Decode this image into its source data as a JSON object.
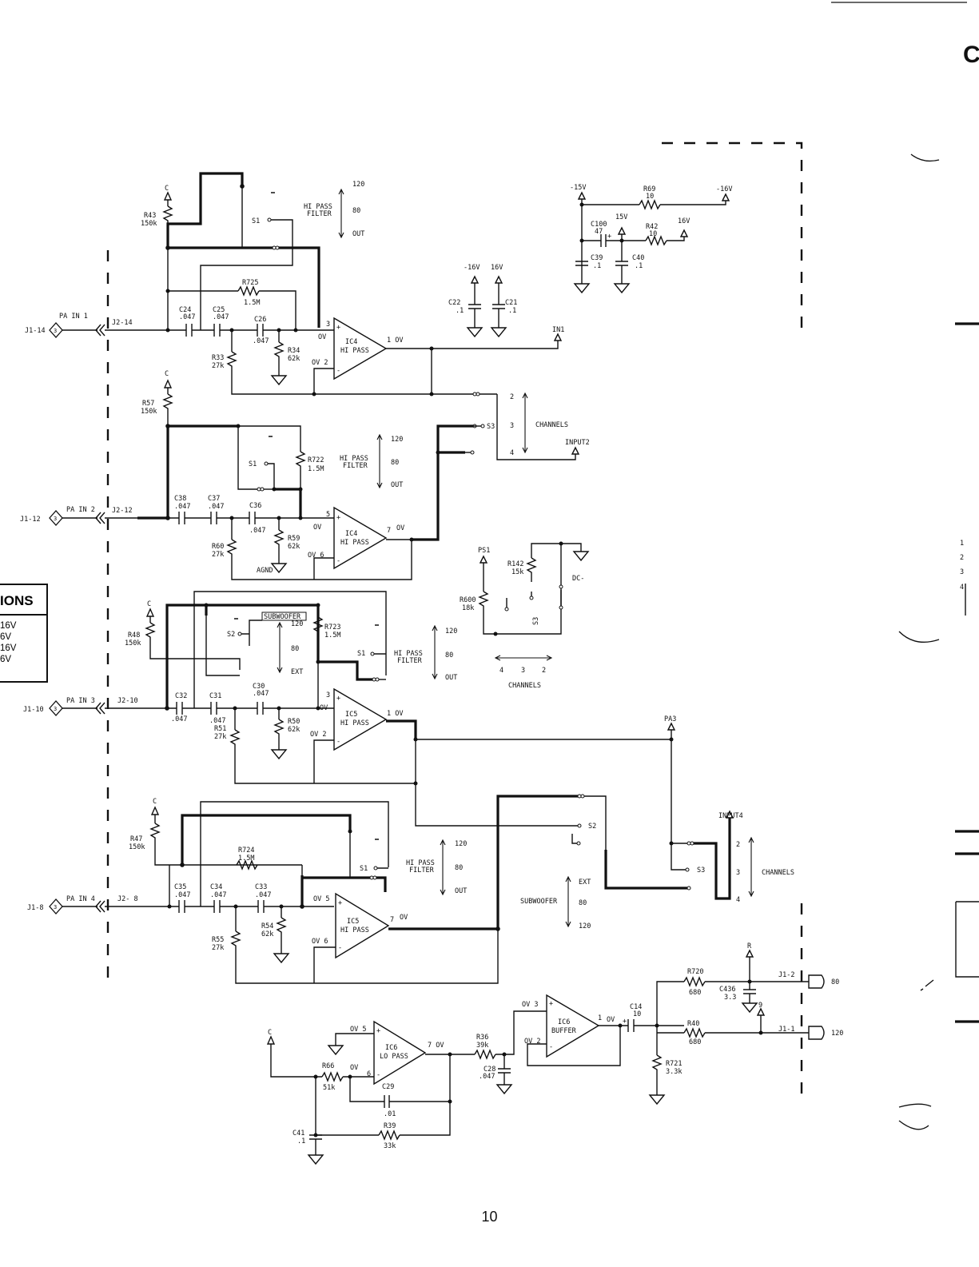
{
  "page_number": "10",
  "options_box": {
    "title": "IONS",
    "lines": [
      "16V",
      "6V",
      "16V",
      "6V"
    ]
  },
  "margin_marks": [
    "C",
    "1",
    "2",
    "3",
    "4"
  ],
  "labels": {
    "j1_14": "J1-14",
    "j2_14": "J2-14",
    "pa_in_1": "PA IN 1",
    "j1_12": "J1-12",
    "j2_12": "J2-12",
    "pa_in_2": "PA IN 2",
    "j1_10": "J1-10",
    "j2_10": "J2-10",
    "pa_in_3": "PA IN 3",
    "j1_8": "J1-8",
    "j2_8": "J2- 8",
    "pa_in_4": "PA IN 4",
    "port_num": "3",
    "c": "C",
    "r": "R",
    "nine": "9",
    "r43": "R43",
    "v150k": "150k",
    "r57": "R57",
    "r48": "R48",
    "r47": "R47",
    "r725": "R725",
    "r722": "R722",
    "r723": "R723",
    "r724": "R724",
    "v1_5m": "1.5M",
    "c24": "C24",
    "c25": "C25",
    "c26": "C26",
    "c38": "C38",
    "c37": "C37",
    "c36": "C36",
    "c32": "C32",
    "c31": "C31",
    "c30": "C30",
    "c35": "C35",
    "c34": "C34",
    "c33": "C33",
    "v047": ".047",
    "r33": "R33",
    "r60": "R60",
    "r51": "R51",
    "r55": "R55",
    "v27k": "27k",
    "r34": "R34",
    "r59": "R59",
    "r50": "R50",
    "r54": "R54",
    "v62k": "62k",
    "ic4": "IC4",
    "ic5": "IC5",
    "ic6": "IC6",
    "hi_pass": "HI PASS",
    "lo_pass": "LO PASS",
    "buffer": "BUFFER",
    "ov": "OV",
    "ov1": "1 OV",
    "ov7": "7 OV",
    "pin_1": "1",
    "pin_2": "2",
    "pin_3": "3",
    "pin_5": "5",
    "pin_6": "6",
    "pin_7": "7",
    "ov2": "OV 2",
    "ov6": "OV 6",
    "ov3": "OV 3",
    "ov5": "OV 5",
    "s1": "S1",
    "s2": "S2",
    "s3": "S3",
    "hi_pass_filter_1": "HI PASS",
    "hi_pass_filter_2": "FILTER",
    "v120": "120",
    "v80": "80",
    "out": "OUT",
    "ext": "EXT",
    "subwoofer": "SUBWOOFER",
    "channels": "CHANNELS",
    "ch2": "2",
    "ch3": "3",
    "ch4": "4",
    "in1": "IN1",
    "input2": "INPUT2",
    "input4": "INPUT4",
    "pa3": "PA3",
    "agnd": "AGND",
    "m15v": "-15V",
    "m16v": "-16V",
    "p15v": "15V",
    "p16v": "16V",
    "r69": "R69",
    "v10": "10",
    "r42": "R42",
    "c100": "C100",
    "v47": "47",
    "c39": "C39",
    "c40": "C40",
    "v01": ".1",
    "c22": "C22",
    "c21": "C21",
    "ps1": "PS1",
    "r142": "R142",
    "v15k": "15k",
    "r600": "R600",
    "v18k": "18k",
    "dc": "DC-",
    "r720": "R720",
    "r40": "R40",
    "v680": "680",
    "c436": "C436",
    "v3_3": "3.3",
    "j1_2": "J1-2",
    "j1_1": "J1-1",
    "c14": "C14",
    "r721": "R721",
    "v3_3k": "3.3k",
    "r36": "R36",
    "v39k": "39k",
    "c28": "C28",
    "r66": "R66",
    "v51k": "51k",
    "c29": "C29",
    "v0_01": ".01",
    "r39": "R39",
    "v33k": "33k",
    "c41": "C41",
    "plus": "+"
  }
}
